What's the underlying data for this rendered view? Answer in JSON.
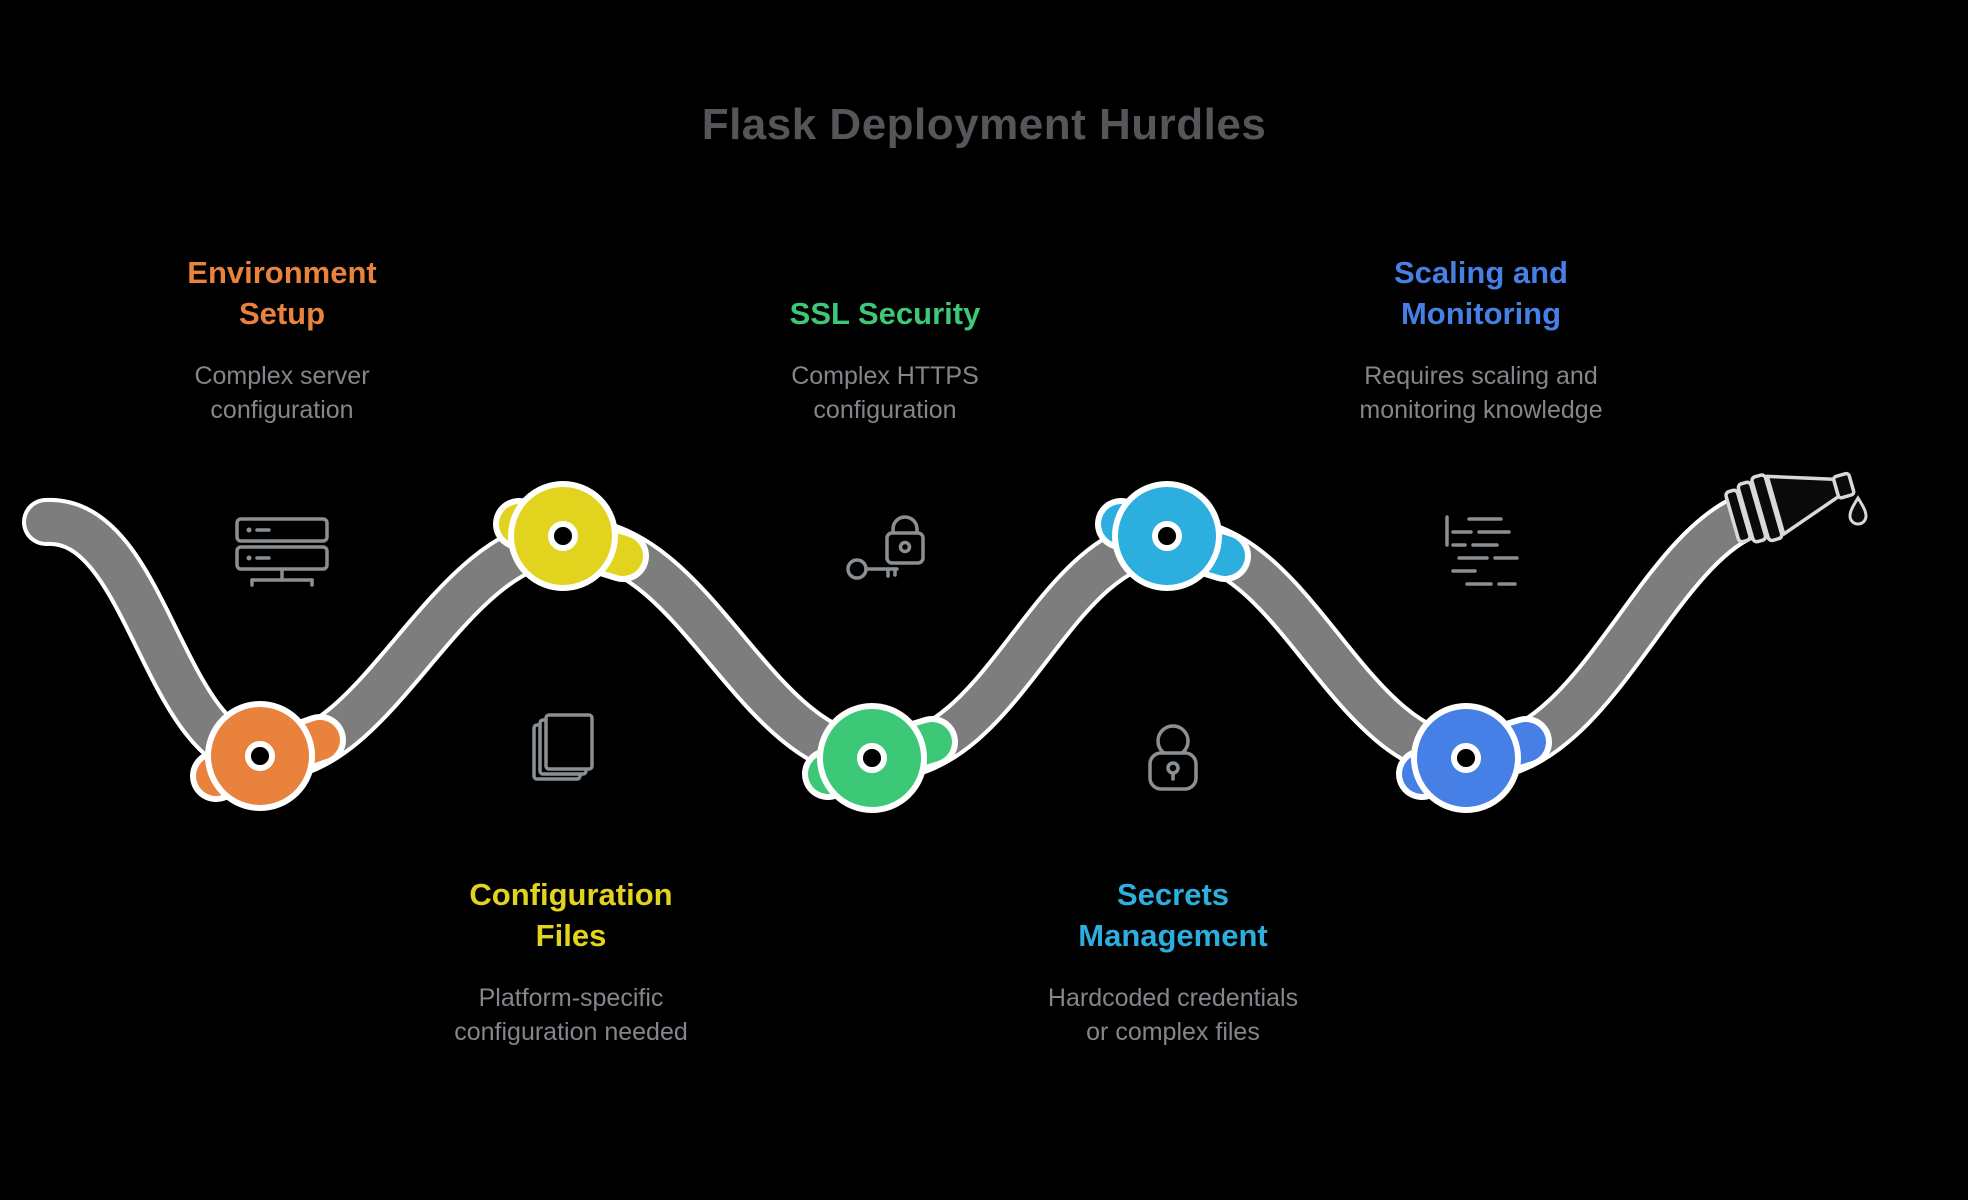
{
  "title": "Flask Deployment Hurdles",
  "colors": {
    "background": "#000000",
    "title": "#55565A",
    "description_text": "#83868A",
    "rope": "#7D7D7D",
    "rope_outline": "#FFFFFF",
    "icon_stroke": "#8A8F93"
  },
  "hurdles": [
    {
      "id": "environment-setup",
      "label_lines": [
        "Environment",
        "Setup"
      ],
      "description_lines": [
        "Complex server",
        "configuration"
      ],
      "color": "#E8823D",
      "icon": "server-icon",
      "label_position": "top"
    },
    {
      "id": "configuration-files",
      "label_lines": [
        "Configuration",
        "Files"
      ],
      "description_lines": [
        "Platform-specific",
        "configuration needed"
      ],
      "color": "#E2D31F",
      "icon": "document-stack-icon",
      "label_position": "bottom"
    },
    {
      "id": "ssl-security",
      "label_lines": [
        "SSL Security"
      ],
      "description_lines": [
        "Complex HTTPS",
        "configuration"
      ],
      "color": "#3DC878",
      "icon": "key-padlock-icon",
      "label_position": "top"
    },
    {
      "id": "secrets-management",
      "label_lines": [
        "Secrets",
        "Management"
      ],
      "description_lines": [
        "Hardcoded credentials",
        "or complex files"
      ],
      "color": "#2CAEDE",
      "icon": "round-padlock-icon",
      "label_position": "bottom"
    },
    {
      "id": "scaling-and-monitoring",
      "label_lines": [
        "Scaling and",
        "Monitoring"
      ],
      "description_lines": [
        "Requires scaling and",
        "monitoring knowledge"
      ],
      "color": "#4680E6",
      "icon": "log-lines-icon",
      "label_position": "top"
    }
  ]
}
